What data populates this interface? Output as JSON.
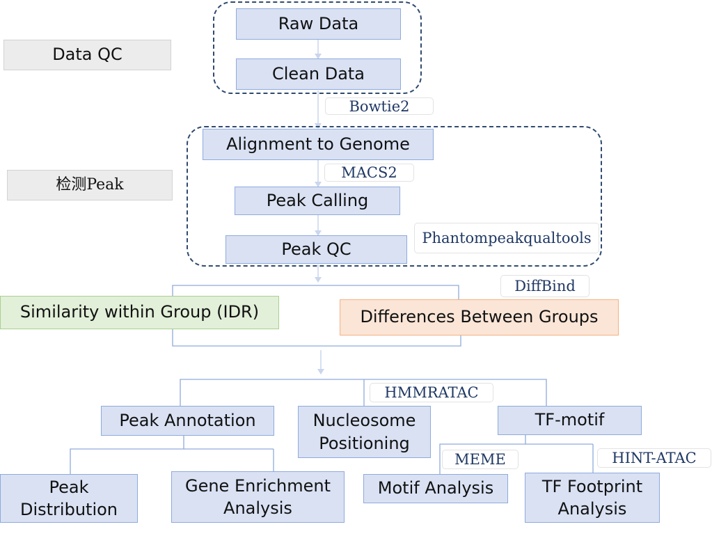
{
  "stages": {
    "data_qc": "Data QC",
    "peak_detection": "检测Peak"
  },
  "nodes": {
    "raw_data": "Raw Data",
    "clean_data": "Clean Data",
    "alignment": "Alignment to Genome",
    "peak_calling": "Peak Calling",
    "peak_qc": "Peak QC",
    "similarity": "Similarity within Group (IDR)",
    "differences": "Differences Between Groups",
    "peak_annotation": "Peak Annotation",
    "nucleosome": "Nucleosome\nPositioning",
    "tf_motif": "TF-motif",
    "peak_distribution": "Peak\nDistribution",
    "gene_enrichment": "Gene Enrichment\nAnalysis",
    "motif_analysis": "Motif Analysis",
    "tf_footprint": "TF Footprint\nAnalysis"
  },
  "tools": {
    "bowtie2": "Bowtie2",
    "macs2": "MACS2",
    "phantompeak": "Phantompeakqualtools",
    "diffbind": "DiffBind",
    "hmmratac": "HMMRATAC",
    "meme": "MEME",
    "hint_atac": "HINT-ATAC"
  },
  "colors": {
    "node_fill": "#d9e1f3",
    "node_border": "#8faadc",
    "group_dash": "#2f4a6e",
    "tool_text": "#1f3864",
    "similarity_fill": "#e2efd9",
    "differences_fill": "#fbe5d6"
  }
}
